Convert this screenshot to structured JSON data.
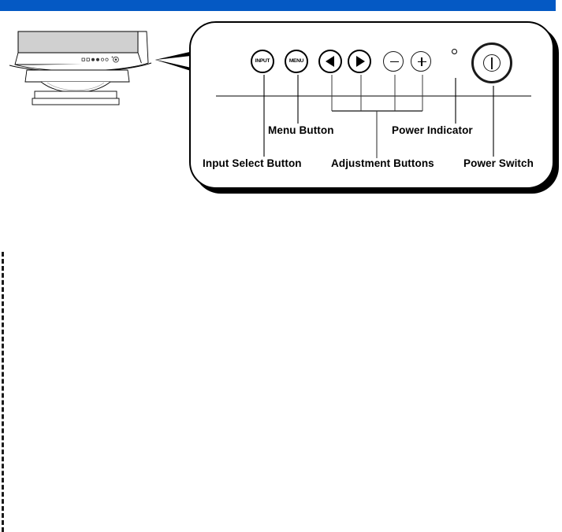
{
  "page": {
    "banner_color": "#0459c4",
    "background_color": "#ffffff"
  },
  "figure": {
    "name": "monitor-control-panel-callout",
    "monitor": {
      "screen_fill": "#d0d0d0",
      "outline_color": "#000000",
      "bezel_buttons_count": 7
    },
    "pointer": {
      "name": "callout-pointer-wedge"
    }
  },
  "control_panel": {
    "border_color": "#000000",
    "shadow_color": "#000000",
    "buttons": [
      {
        "id": "input",
        "label": "INPUT",
        "glyph": "text",
        "style": "heavy"
      },
      {
        "id": "menu",
        "label": "MENU",
        "glyph": "text",
        "style": "heavy"
      },
      {
        "id": "left",
        "label": "",
        "glyph": "triangle-left",
        "style": "heavy"
      },
      {
        "id": "right",
        "label": "",
        "glyph": "triangle-right",
        "style": "heavy"
      },
      {
        "id": "minus",
        "label": "",
        "glyph": "minus",
        "style": "light"
      },
      {
        "id": "plus",
        "label": "",
        "glyph": "plus",
        "style": "light"
      }
    ],
    "power_indicator": {
      "id": "power-indicator",
      "shape": "small-circle"
    },
    "power_switch": {
      "id": "power-switch",
      "symbol": "power-on-off"
    }
  },
  "callouts": {
    "menu_button": "Menu Button",
    "power_indicator": "Power Indicator",
    "input_select_button": "Input Select Button",
    "adjustment_buttons": "Adjustment Buttons",
    "power_switch": "Power Switch"
  }
}
